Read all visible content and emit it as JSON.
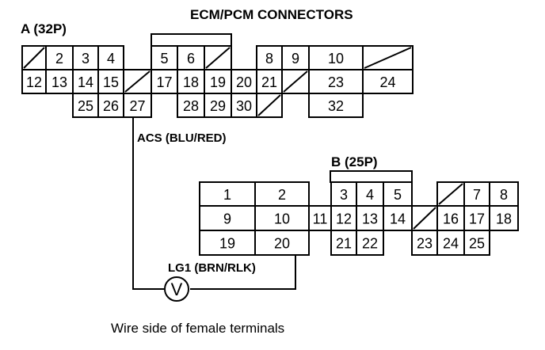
{
  "title": "ECM/PCM CONNECTORS",
  "caption": "Wire side of female terminals",
  "connector_a": {
    "label": "A (32P)",
    "rows": [
      [
        "/",
        "2",
        "3",
        "4",
        "",
        "5",
        "6",
        "/",
        "",
        "8",
        "9",
        "10",
        "/"
      ],
      [
        "12",
        "13",
        "14",
        "15",
        "/",
        "17",
        "18",
        "19",
        "20",
        "21",
        "/",
        "23",
        "24"
      ],
      [
        "",
        "",
        "25",
        "26",
        "27",
        "",
        "28",
        "29",
        "30",
        "/",
        "",
        "32",
        ""
      ]
    ]
  },
  "connector_b": {
    "label": "B (25P)",
    "rows": [
      [
        "1",
        "2",
        "",
        "3",
        "4",
        "5",
        "",
        "/",
        "7",
        "8"
      ],
      [
        "9",
        "10",
        "11",
        "12",
        "13",
        "14",
        "/",
        "16",
        "17",
        "18"
      ],
      [
        "19",
        "20",
        "",
        "21",
        "22",
        "",
        "23",
        "24",
        "25",
        ""
      ]
    ]
  },
  "wire_acs": {
    "label": "ACS (BLU/RED)"
  },
  "ground": {
    "label": "LG1 (BRN/RLK)",
    "symbol": "V"
  }
}
